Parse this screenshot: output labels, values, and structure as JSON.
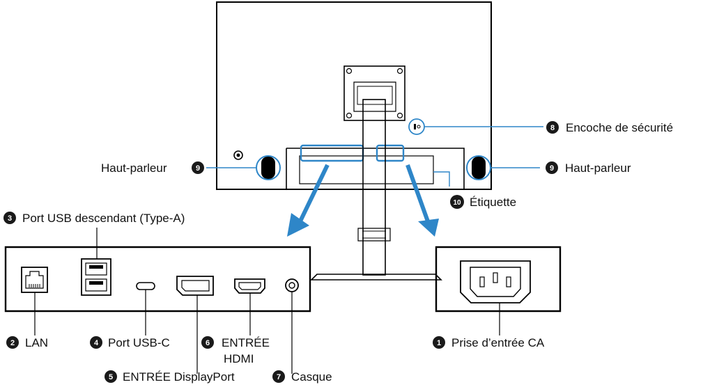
{
  "callouts": [
    {
      "num": "1",
      "text": "Prise d’entrée CA"
    },
    {
      "num": "2",
      "text": "LAN"
    },
    {
      "num": "3",
      "text": "Port USB descendant (Type-A)"
    },
    {
      "num": "4",
      "text": "Port USB-C"
    },
    {
      "num": "5",
      "text": "ENTRÉE DisplayPort"
    },
    {
      "num": "6",
      "text_line1": "ENTRÉE",
      "text_line2": "HDMI"
    },
    {
      "num": "7",
      "text": "Casque"
    },
    {
      "num": "8",
      "text": "Encoche de sécurité"
    },
    {
      "num": "9",
      "text": "Haut-parleur"
    },
    {
      "num": "10",
      "text": "Étiquette"
    }
  ],
  "colors": {
    "accent": "#2e86c8",
    "line": "#000000",
    "badge": "#1a1a1a"
  }
}
